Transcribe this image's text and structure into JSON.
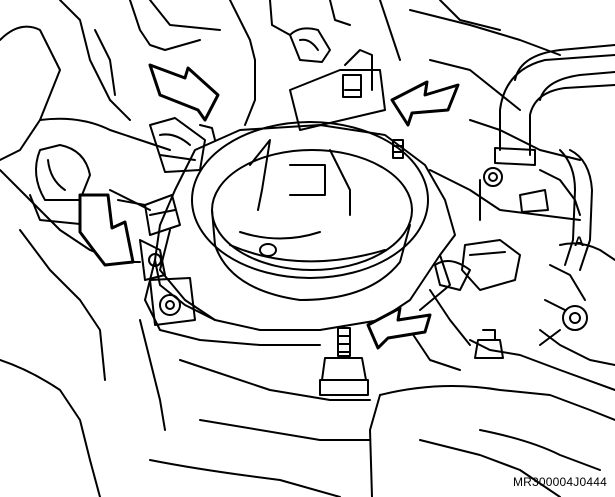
{
  "figure": {
    "code": "MR300004J0444",
    "part_label": "A",
    "colors": {
      "line": "#000000",
      "background": "#ffffff",
      "arrow_fill": "#ffffff"
    },
    "arrows": [
      {
        "name": "arrow-top-left",
        "direction": "down-right"
      },
      {
        "name": "arrow-top-right",
        "direction": "down-left"
      },
      {
        "name": "arrow-left",
        "direction": "down"
      },
      {
        "name": "arrow-bottom-right",
        "direction": "down-left"
      }
    ]
  }
}
